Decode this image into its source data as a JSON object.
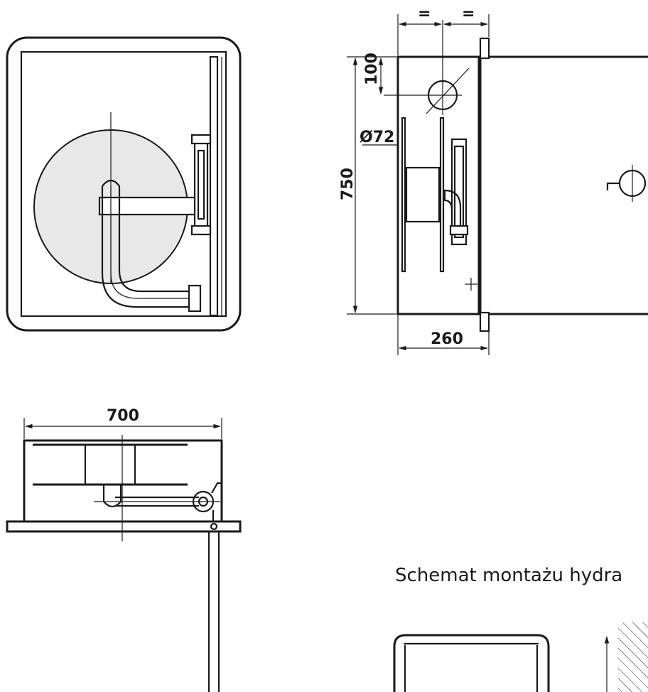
{
  "dimensions": {
    "width_front": "700",
    "height_side": "750",
    "depth_side": "260",
    "offset_top": "100",
    "hole_diameter": "Ø72",
    "equal_left": "=",
    "equal_right": "="
  },
  "caption": "Schemat montażu hydra"
}
